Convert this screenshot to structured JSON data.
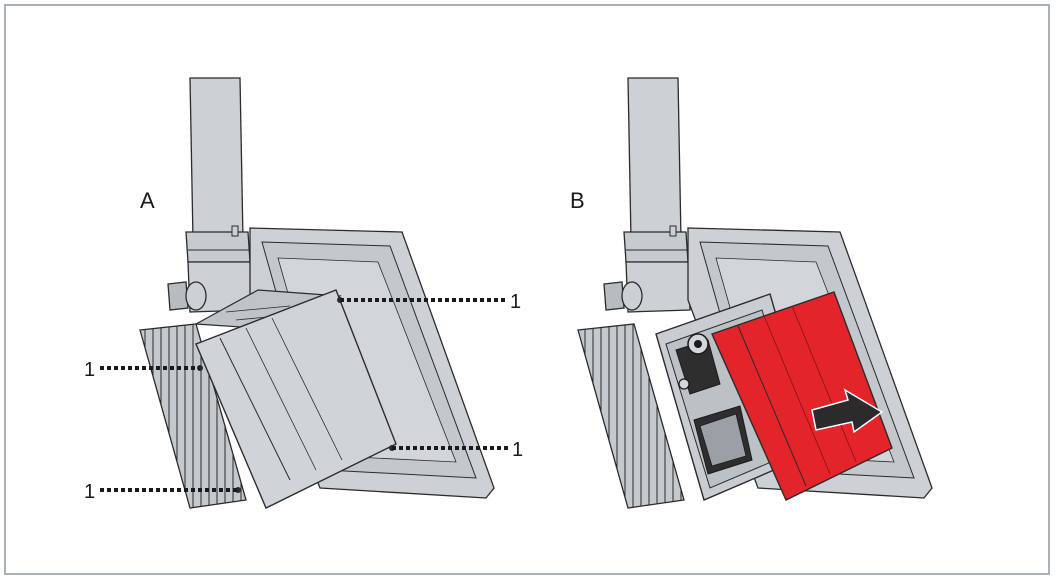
{
  "panels": [
    {
      "label": "A"
    },
    {
      "label": "B"
    }
  ],
  "callouts": [
    {
      "text": "1"
    },
    {
      "text": "1"
    },
    {
      "text": "1"
    },
    {
      "text": "1"
    }
  ],
  "colors": {
    "body": "#cdd1d5",
    "body_dark": "#b7bcc1",
    "outline": "#2b2b2b",
    "cover_red": "#e3242b",
    "arrow": "#2b2b2b",
    "frame": "#aab2b8"
  },
  "icons": {
    "direction": "arrow-right-icon"
  }
}
